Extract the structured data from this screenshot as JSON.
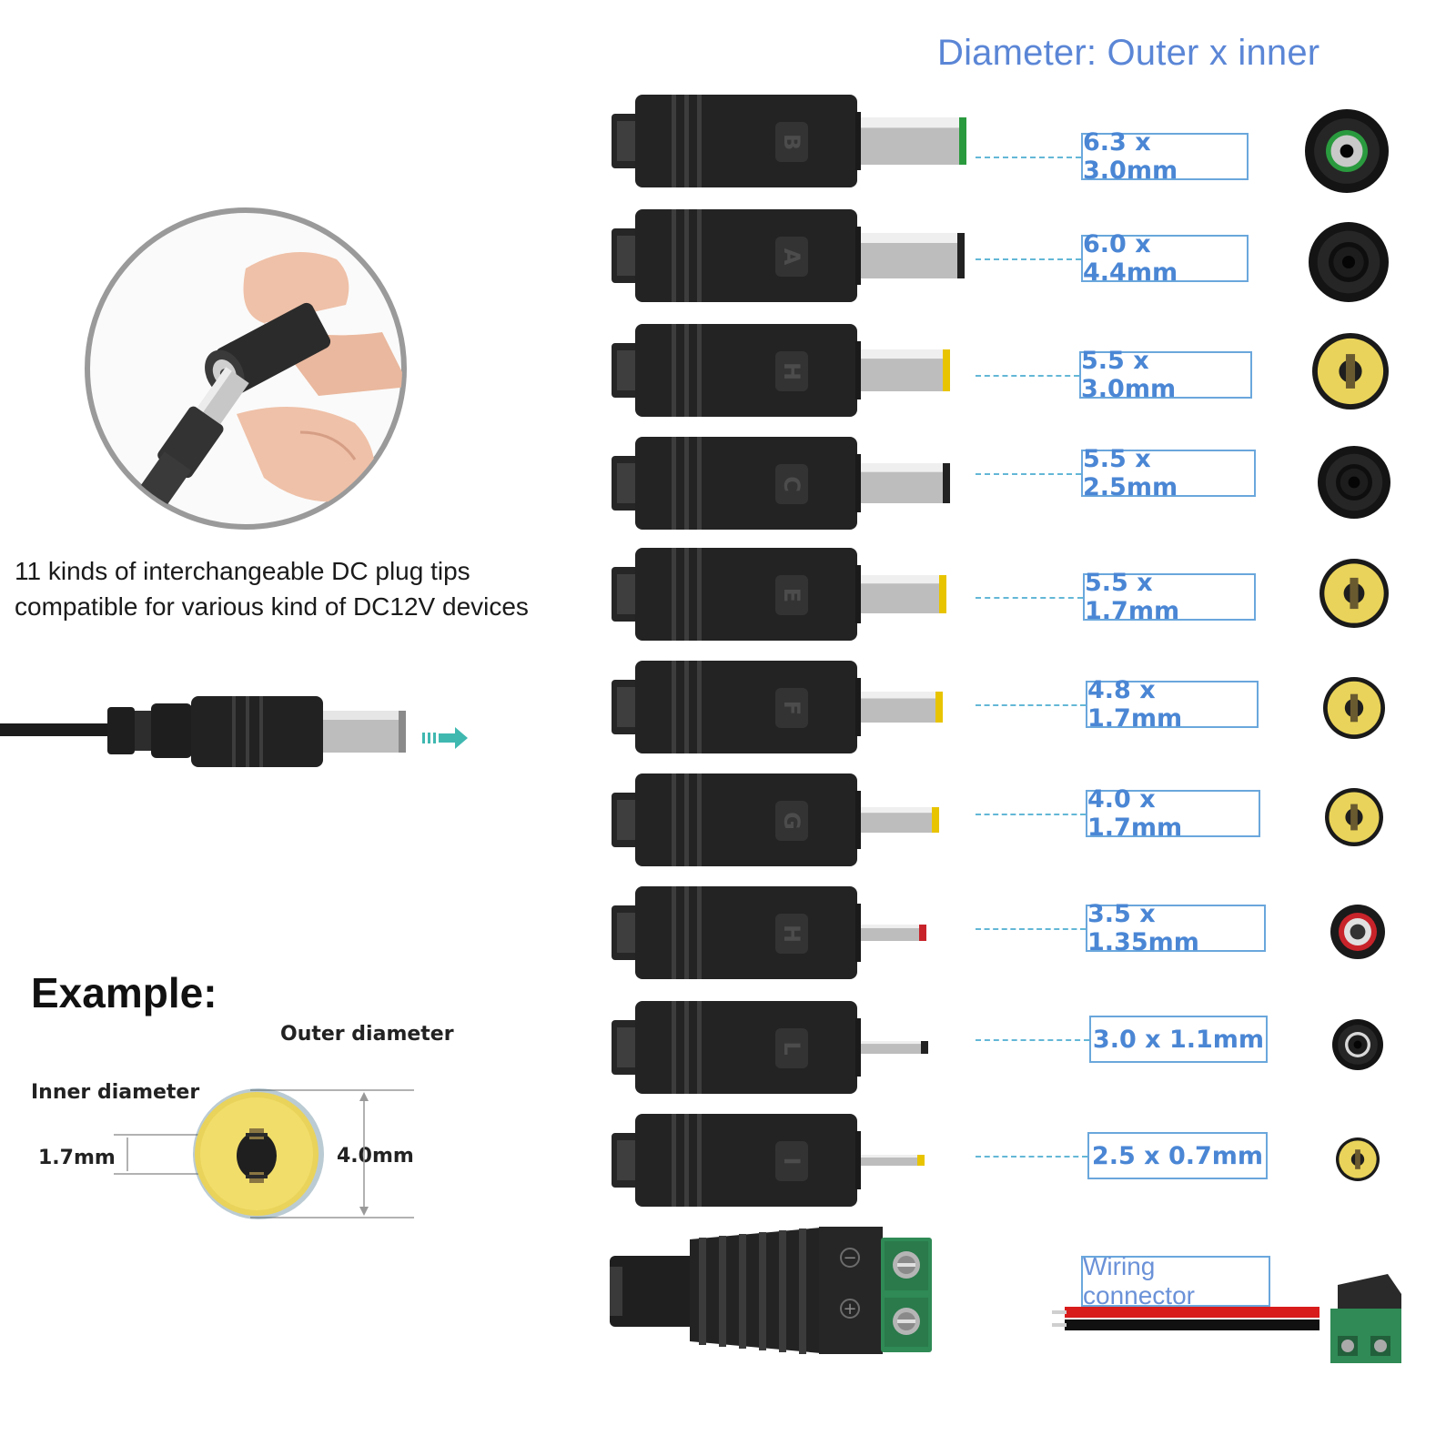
{
  "header": {
    "title": "Diameter: Outer x inner"
  },
  "description": {
    "line1": "11 kinds of interchangeable DC plug tips",
    "line2": "compatible for various kind of DC12V devices"
  },
  "tips": [
    {
      "letter": "B",
      "size": "6.3 x 3.0mm",
      "ring_color": "#2a9a3e",
      "face": "black"
    },
    {
      "letter": "A",
      "size": "6.0 x 4.4mm",
      "ring_color": "#222222",
      "face": "black"
    },
    {
      "letter": "H",
      "size": "5.5 x 3.0mm",
      "ring_color": "#e8c400",
      "face": "yellow"
    },
    {
      "letter": "C",
      "size": "5.5 x 2.5mm",
      "ring_color": "#222222",
      "face": "black"
    },
    {
      "letter": "E",
      "size": "5.5 x 1.7mm",
      "ring_color": "#e8c400",
      "face": "yellow"
    },
    {
      "letter": "F",
      "size": "4.8 x 1.7mm",
      "ring_color": "#e8c400",
      "face": "yellow"
    },
    {
      "letter": "G",
      "size": "4.0 x 1.7mm",
      "ring_color": "#e8c400",
      "face": "yellow"
    },
    {
      "letter": "H",
      "size": "3.5 x 1.35mm",
      "ring_color": "#c8232a",
      "face": "red"
    },
    {
      "letter": "L",
      "size": "3.0 x 1.1mm",
      "ring_color": "#222222",
      "face": "black"
    },
    {
      "letter": "I",
      "size": "2.5 x 0.7mm",
      "ring_color": "#e8c400",
      "face": "yellow"
    }
  ],
  "wiring": {
    "label": "Wiring connector",
    "minus": "−",
    "plus": "+"
  },
  "example": {
    "title": "Example:",
    "outer_label": "Outer diameter",
    "inner_label": "Inner diameter",
    "inner_value": "1.7mm",
    "outer_value": "4.0mm"
  },
  "colors": {
    "accent_blue": "#4a86d4",
    "box_border": "#6aa7dc",
    "dash": "#63b7d6",
    "arrow": "#3fb8b0"
  }
}
